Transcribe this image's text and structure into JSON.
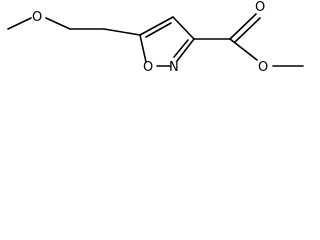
{
  "diagram": {
    "type": "chemical-structure",
    "atom_labels": {
      "ether_oxygen": "O",
      "ring_oxygen": "O",
      "ring_nitrogen": "N",
      "carbonyl_oxygen": "O",
      "ester_oxygen": "O"
    },
    "colors": {
      "bond": "#000000",
      "label": "#000000",
      "background": "#ffffff"
    }
  }
}
